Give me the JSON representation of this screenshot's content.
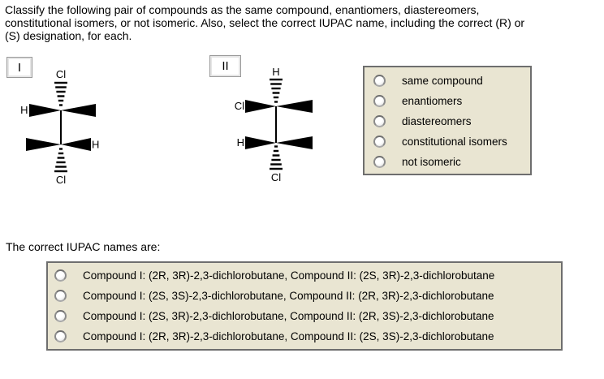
{
  "prompt": {
    "lines": [
      "Classify the following pair of compounds as the same compound, enantiomers, diastereomers,",
      "constitutional isomers, or not isomeric. Also, select the correct IUPAC name, including the correct (R) or",
      "(S) designation, for each."
    ]
  },
  "molecules": {
    "I": {
      "label": "I",
      "top": "Cl",
      "top_left": "H",
      "bottom_right": "H",
      "bottom": "Cl"
    },
    "II": {
      "label": "II",
      "top": "H",
      "top_left": "Cl",
      "bottom_left": "H",
      "bottom": "Cl"
    }
  },
  "classification": {
    "options": [
      "same compound",
      "enantiomers",
      "diastereomers",
      "constitutional isomers",
      "not isomeric"
    ]
  },
  "iupac": {
    "intro": "The correct IUPAC names are:",
    "options": [
      "Compound I: (2R, 3R)-2,3-dichlorobutane, Compound II: (2S, 3R)-2,3-dichlorobutane",
      "Compound I: (2S, 3S)-2,3-dichlorobutane, Compound II: (2R, 3R)-2,3-dichlorobutane",
      "Compound I: (2S, 3R)-2,3-dichlorobutane, Compound II: (2R, 3S)-2,3-dichlorobutane",
      "Compound I: (2R, 3R)-2,3-dichlorobutane, Compound II: (2S, 3S)-2,3-dichlorobutane"
    ]
  },
  "colors": {
    "box_bg": "#e9e5d2",
    "box_border": "#6e6e6e"
  }
}
